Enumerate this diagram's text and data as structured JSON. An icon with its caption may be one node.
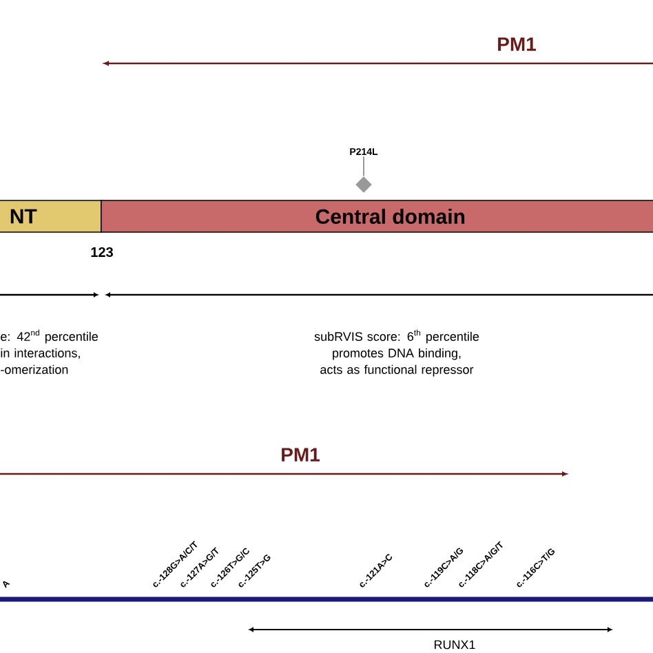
{
  "diagram": {
    "nodes": [
      {
        "text": [
          "NT"
        ]
      },
      {
        "text": [
          "Central domain"
        ]
      },
      {
        "text": [
          "P214L"
        ]
      },
      {
        "text": [],
        "shape": "diamond"
      }
    ],
    "edges": [
      {
        "from": 2,
        "to": 3,
        "arrow": "none",
        "color": "#808080"
      }
    ],
    "labels": [
      "PM1",
      "123",
      "e: 42$^{nd}$ percentile in interactions, -omerization",
      "subRVIS score: 6$^{th}$ percentile promotes DNA binding, acts as functional repressor",
      "PM1",
      "A",
      "c.-128G>A/C/T",
      "c.-127A>G/T",
      "c.-126T>G/C",
      "c.-125T>G",
      "c.-121A>C",
      "c.-119C>A/G",
      "c.-118C>A/G/T",
      "c.-116C>T/G",
      "RUNX1"
    ]
  }
}
